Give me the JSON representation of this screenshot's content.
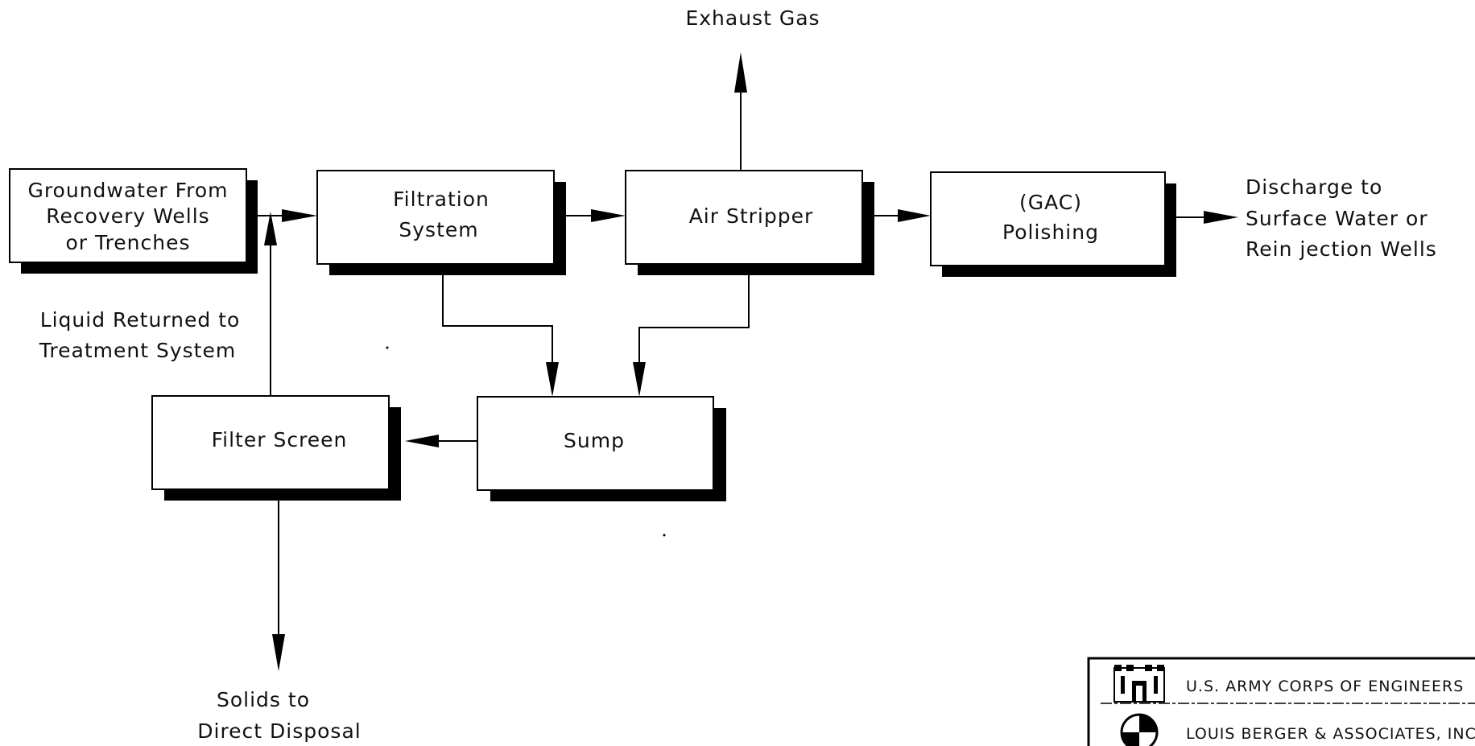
{
  "nodes": {
    "groundwater": [
      "Groundwater From",
      "Recovery Wells",
      "or Trenches"
    ],
    "filtration": [
      "Filtration",
      "System"
    ],
    "air_stripper": [
      "Air Stripper"
    ],
    "gac": [
      "(GAC)",
      "Polishing"
    ],
    "sump": [
      "Sump"
    ],
    "filter_screen": [
      "Filter Screen"
    ]
  },
  "outputs": {
    "exhaust": [
      "Exhaust Gas"
    ],
    "discharge": [
      "Discharge to",
      "Surface Water or",
      "Rein jection Wells"
    ],
    "liquid_returned": [
      "Liquid Returned to",
      "Treatment System"
    ],
    "solids": [
      "Solids to",
      "Direct Disposal"
    ]
  },
  "title_block": {
    "row1": "U.S. ARMY CORPS OF ENGINEERS",
    "row2": "LOUIS BERGER & ASSOCIATES, INC."
  }
}
